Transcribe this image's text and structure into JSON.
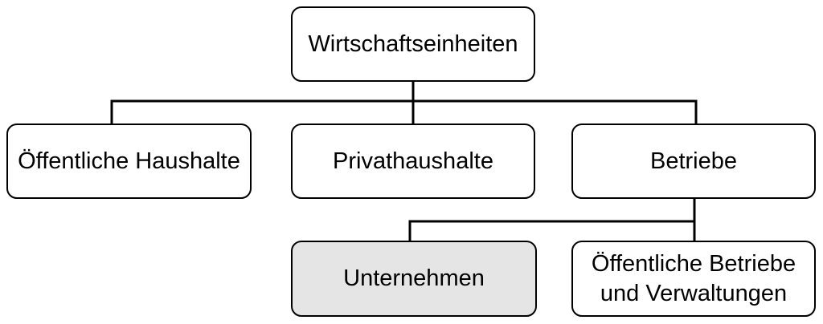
{
  "diagram": {
    "type": "hierarchy",
    "title": "Wirtschaftseinheiten",
    "nodes": [
      {
        "id": "wirtschaftseinheiten",
        "label": "Wirtschaftseinheiten",
        "level": 1,
        "parent": null,
        "fill": "#ffffff",
        "highlighted": false
      },
      {
        "id": "oeffentliche-haushalte",
        "label": "Öffentliche Haushalte",
        "level": 2,
        "parent": "wirtschaftseinheiten",
        "fill": "#ffffff",
        "highlighted": false
      },
      {
        "id": "privathaushalte",
        "label": "Privathaushalte",
        "level": 2,
        "parent": "wirtschaftseinheiten",
        "fill": "#ffffff",
        "highlighted": false
      },
      {
        "id": "betriebe",
        "label": "Betriebe",
        "level": 2,
        "parent": "wirtschaftseinheiten",
        "fill": "#ffffff",
        "highlighted": false
      },
      {
        "id": "unternehmen",
        "label": "Unternehmen",
        "level": 3,
        "parent": "betriebe",
        "fill": "#e5e5e5",
        "highlighted": true
      },
      {
        "id": "oeffentliche-betriebe-und-verwaltungen",
        "label": "Öffentliche Betriebe und Verwaltungen",
        "level": 3,
        "parent": "betriebe",
        "fill": "#ffffff",
        "highlighted": false
      }
    ],
    "edges": [
      {
        "from": "wirtschaftseinheiten",
        "to": "oeffentliche-haushalte"
      },
      {
        "from": "wirtschaftseinheiten",
        "to": "privathaushalte"
      },
      {
        "from": "wirtschaftseinheiten",
        "to": "betriebe"
      },
      {
        "from": "betriebe",
        "to": "unternehmen"
      },
      {
        "from": "betriebe",
        "to": "oeffentliche-betriebe-und-verwaltungen"
      }
    ],
    "colors": {
      "background": "#ffffff",
      "border": "#000000",
      "connector": "#000000",
      "text": "#000000",
      "highlight_fill": "#e5e5e5"
    }
  }
}
